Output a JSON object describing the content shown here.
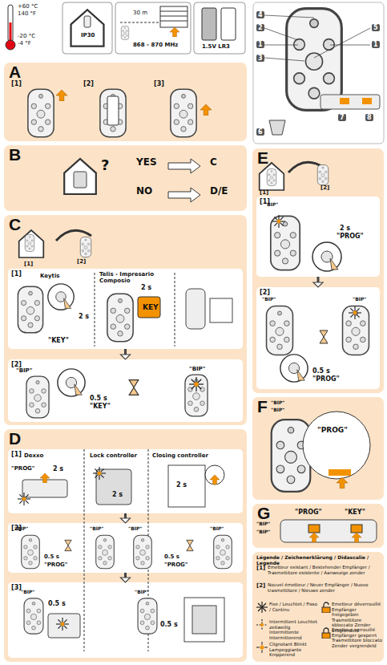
{
  "diagram": {
    "nodes": [
      {
        "text": [
          "A"
        ]
      },
      {
        "text": [
          "B"
        ]
      },
      {
        "text": [
          "C"
        ]
      },
      {
        "text": [
          "[1]"
        ],
        "in": 2
      },
      {
        "text": [
          "[2]"
        ],
        "in": 2
      },
      {
        "text": [
          "D"
        ]
      },
      {
        "text": [
          "[1]"
        ],
        "in": 5
      },
      {
        "text": [
          "[2]"
        ],
        "in": 5
      },
      {
        "text": [
          "[3]"
        ],
        "in": 5
      },
      {
        "text": [
          "E"
        ]
      },
      {
        "text": [
          "[1]"
        ],
        "in": 9
      },
      {
        "text": [
          "[2]"
        ],
        "in": 9
      },
      {
        "text": [
          "F"
        ]
      },
      {
        "text": [
          "G"
        ]
      },
      {
        "text": [
          "Légende / Zeichenerklärung / Didascalie / Legende"
        ]
      }
    ],
    "edges": [
      {
        "from": 3,
        "to": 4,
        "arrow": "to"
      },
      {
        "from": 6,
        "to": 7,
        "arrow": "to"
      },
      {
        "from": 7,
        "to": 8,
        "arrow": "to"
      },
      {
        "from": 10,
        "to": 11,
        "arrow": "to"
      }
    ],
    "labels": [
      "+60 °C",
      "140 °F",
      "-20 °C",
      "-4 °F",
      "IP30",
      "30 m",
      "868 - 870 MHz",
      "1.5V LR3",
      "4",
      "2",
      "1",
      "3",
      "5",
      "1",
      "6",
      "7",
      "8",
      "[1]",
      "[2]",
      "[3]",
      "YES",
      "C",
      "NO",
      "D/E",
      "?",
      "[1]",
      "[2]",
      "Keytis",
      "Telis - Impresario Composio",
      "2 s",
      "\"KEY\"",
      "2 s",
      "KEY",
      "\"BIP\"",
      "0.5 s",
      "\"KEY\"",
      "\"BIP\"",
      "Dexxo",
      "Lock controller",
      "Closing controller",
      "\"PROG\"",
      "2 s",
      "2 s",
      "2 s",
      "\"BIP\"",
      "0.5 s",
      "\"PROG\"",
      "\"BIP\"",
      "\"BIP\"",
      "0.5 s",
      "\"PROG\"",
      "\"BIP\"",
      "\"BIP\"",
      "0.5 s",
      "\"BIP\"",
      "0.5 s",
      "[1]",
      "[2]",
      "\"BIP\"",
      "2 s",
      "\"PROG\"",
      "\"BIP\"",
      "0.5 s",
      "\"PROG\"",
      "\"BIP\"",
      "\"BIP\"",
      "\"BIP\"",
      "\"PROG\"",
      "\"PROG\"",
      "\"KEY\"",
      "\"BIP\"",
      "\"BIP\"",
      "[1]",
      "[2]"
    ],
    "legend": [
      {
        "text": "Emetteur existant / Bestehender Empfänger / Trasmettitore esistente / Aanwezige zender"
      },
      {
        "text": "Nouvel émetteur / Neuer Empfänger / Nuovo trasmettitore / Nieuwe zender"
      },
      {
        "text": "Fixe / Leuchtet / Fisso / Continu"
      },
      {
        "text": "Intermittent Leuchtet zeitweilig Intermittente Intermitterend"
      },
      {
        "text": "Clignotant Blinkt Lampeggiante Knipperend"
      },
      {
        "text": "Emetteur déverrouillé Empfänger freigegeben Trasmettitore sbloccato Zender ontgrendeld"
      },
      {
        "text": "Emetteur verrouillé Empfänger gesperrt Trasmettitore bloccato Zender vergrendeld"
      }
    ]
  }
}
